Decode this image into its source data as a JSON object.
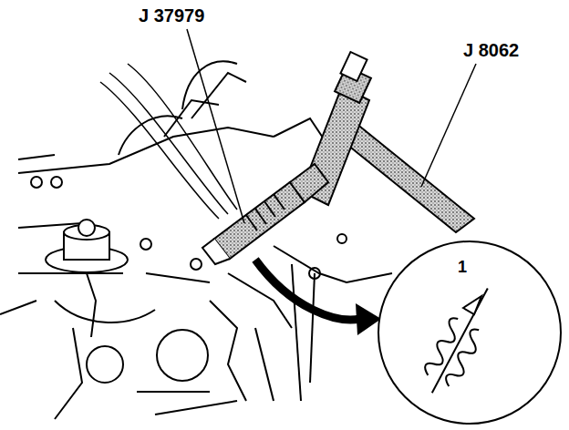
{
  "diagram": {
    "labels": [
      "J 37979",
      "J 8062",
      "1"
    ]
  }
}
